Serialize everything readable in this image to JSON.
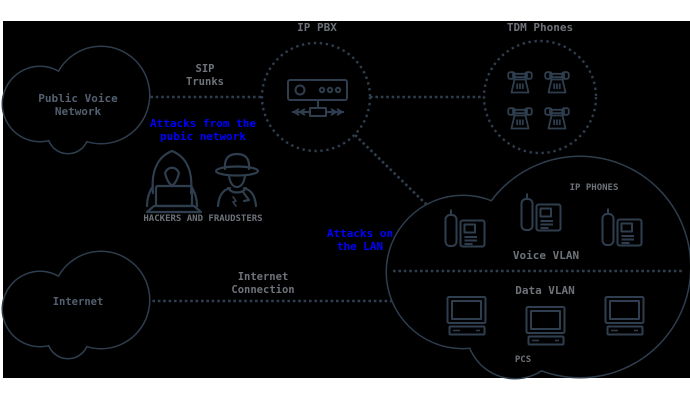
{
  "diagram_title": "VoIP attack surface diagram",
  "colors": {
    "background": "#000000",
    "page_margin": "#ffffff",
    "outline_navy": "#2f3e4e",
    "label_gray": "#6e737a",
    "cloud_name_slate": "#536070",
    "attack_blue": "#0000ff"
  },
  "clouds": {
    "public_voice_network": {
      "line1": "Public Voice",
      "line2": "Network"
    },
    "internet": {
      "label": "Internet"
    },
    "lan": {
      "ip_phones_label": "IP PHONES",
      "voice_vlan_label": "Voice VLAN",
      "data_vlan_label": "Data VLAN",
      "pcs_label": "PCS"
    }
  },
  "nodes": {
    "ip_pbx": {
      "label": "IP PBX"
    },
    "tdm_phones": {
      "label": "TDM Phones"
    }
  },
  "connections": {
    "sip_trunks": {
      "line1": "SIP",
      "line2": "Trunks"
    },
    "internet_connection": {
      "line1": "Internet",
      "line2": "Connection"
    }
  },
  "attacks": {
    "public_network": {
      "line1": "Attacks from the",
      "line2": "pubic network"
    },
    "lan": {
      "line1": "Attacks on",
      "line2": "the LAN"
    }
  },
  "actors": {
    "label": "HACKERS AND FRAUDSTERS"
  },
  "icons": {
    "pbx_device": "pbx-device-icon",
    "tdm_phone": "desk-phone-icon",
    "ip_phone": "ip-phone-icon",
    "pc": "desktop-pc-icon",
    "hacker": "hooded-hacker-icon",
    "fraudster": "fedora-fraudster-icon",
    "cloud": "cloud-shape"
  }
}
